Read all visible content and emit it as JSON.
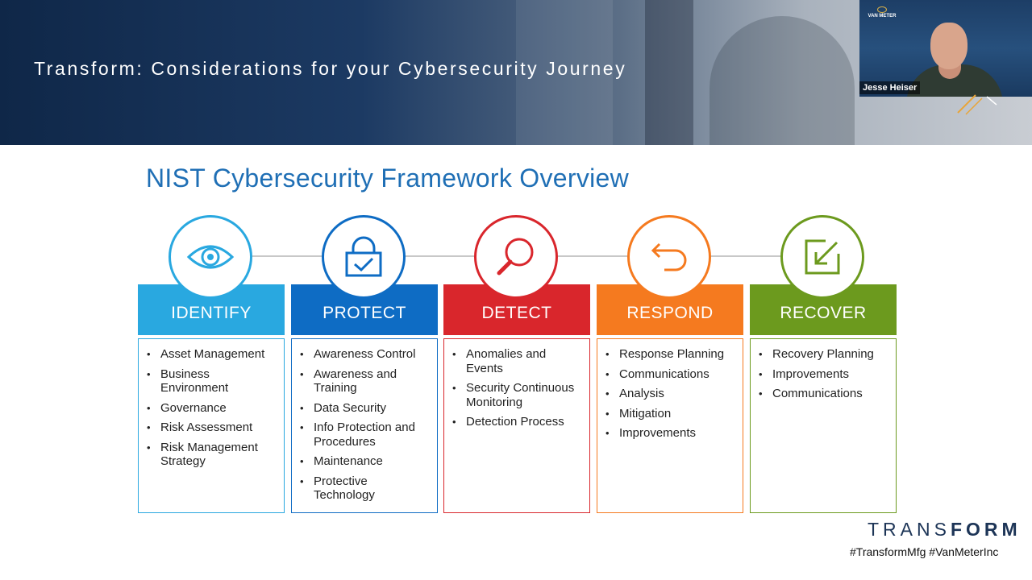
{
  "banner": {
    "title": "Transform: Considerations for your Cybersecurity Journey"
  },
  "webcam": {
    "name": "Jesse Heiser",
    "logo_text": "VAN METER"
  },
  "slide": {
    "title": "NIST Cybersecurity Framework Overview",
    "columns": [
      {
        "key": "identify",
        "label": "IDENTIFY",
        "color": "#29a8e0",
        "icon": "eye-icon",
        "items": [
          "Asset Management",
          "Business Environment",
          "Governance",
          "Risk Assessment",
          "Risk Management Strategy"
        ]
      },
      {
        "key": "protect",
        "label": "PROTECT",
        "color": "#0e6cc4",
        "icon": "lock-check-icon",
        "items": [
          "Awareness Control",
          "Awareness and Training",
          "Data Security",
          "Info Protection and Procedures",
          "Maintenance",
          "Protective Technology"
        ]
      },
      {
        "key": "detect",
        "label": "DETECT",
        "color": "#d9262c",
        "icon": "magnifier-icon",
        "items": [
          "Anomalies and Events",
          "Security Continuous Monitoring",
          "Detection Process"
        ]
      },
      {
        "key": "respond",
        "label": "RESPOND",
        "color": "#f57a1f",
        "icon": "return-arrow-icon",
        "items": [
          "Response Planning",
          "Communications",
          "Analysis",
          "Mitigation",
          "Improvements"
        ]
      },
      {
        "key": "recover",
        "label": "RECOVER",
        "color": "#6c9a1e",
        "icon": "recover-box-icon",
        "items": [
          "Recovery Planning",
          "Improvements",
          "Communications"
        ]
      }
    ]
  },
  "footer": {
    "brand_light": "TRANS",
    "brand_bold": "FORM",
    "hashtags": "#TransformMfg #VanMeterInc"
  }
}
